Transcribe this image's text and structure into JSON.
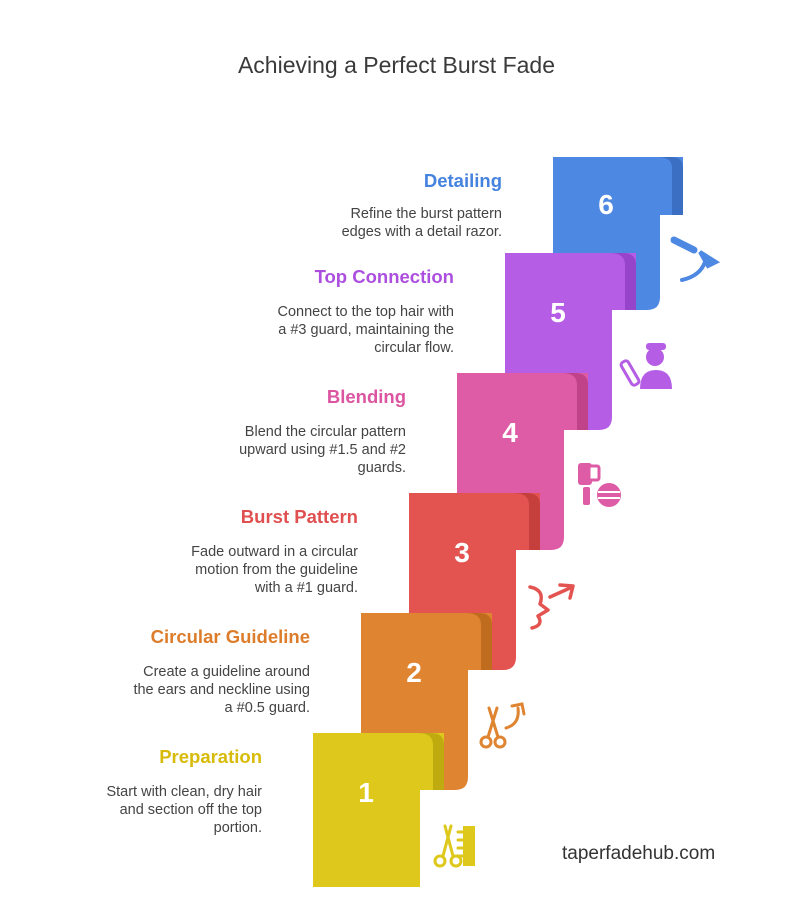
{
  "title": "Achieving a Perfect Burst Fade",
  "brand": "taperfadehub.com",
  "colors": {
    "step1": "#dfc81c",
    "step2": "#df8531",
    "step3": "#e35451",
    "step4": "#de5ba6",
    "step5": "#b55de5",
    "step6": "#4d88e2",
    "title_step1": "#d8bb0a",
    "title_step2": "#dd7d2b",
    "title_step3": "#e05050",
    "title_step4": "#db55a0",
    "title_step5": "#ac4fdf",
    "title_step6": "#4583df"
  },
  "steps": [
    {
      "number": "1",
      "title": "Preparation",
      "description": "Start with clean, dry hair\nand section off the top\nportion.",
      "icon": "scissors-comb-icon"
    },
    {
      "number": "2",
      "title": "Circular Guideline",
      "description": "Create a guideline around\nthe ears and neckline using\na #0.5 guard.",
      "icon": "scissors-arrow-icon"
    },
    {
      "number": "3",
      "title": "Burst Pattern",
      "description": "Fade outward in a circular\nmotion from the guideline\nwith a #1 guard.",
      "icon": "face-profile-arrow-icon"
    },
    {
      "number": "4",
      "title": "Blending",
      "description": "Blend the circular pattern\nupward using #1.5 and #2\nguards.",
      "icon": "trimmer-blend-icon"
    },
    {
      "number": "5",
      "title": "Top Connection",
      "description": "Connect to the top hair with\na #3 guard, maintaining the\ncircular flow.",
      "icon": "barber-person-icon"
    },
    {
      "number": "6",
      "title": "Detailing",
      "description": "Refine the burst pattern\nedges with a detail razor.",
      "icon": "razor-icon"
    }
  ]
}
